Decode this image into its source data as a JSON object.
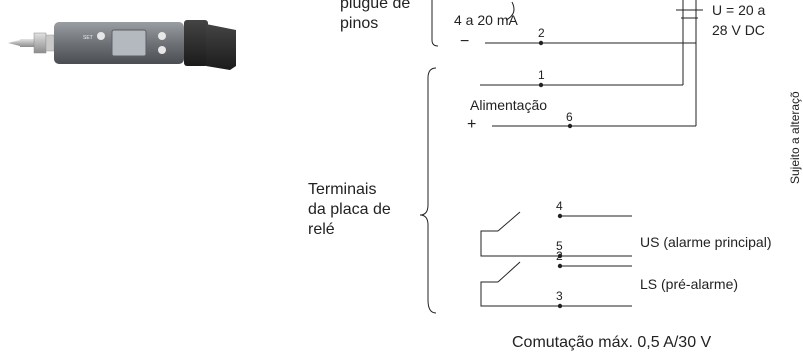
{
  "labels": {
    "plug_terminals": [
      "plugue de",
      "pinos"
    ],
    "current_output": "4 a 20 mA",
    "minus_sign": "−",
    "plus_sign": "+",
    "supply_voltage": [
      "U = 20 a",
      "28 V DC"
    ],
    "power_label": "Alimentação",
    "relay_terminals": [
      "Terminais",
      "da placa de",
      "relé"
    ],
    "us_alarm": "US (alarme principal)",
    "ls_alarm": "LS (pré-alarme)",
    "max_switching": "Comutação máx. 0,5 A/30 V",
    "side_note": "Sujeito a alteraçõ"
  },
  "pins": {
    "p2_top": "2",
    "p1": "1",
    "p6": "6",
    "p4": "4",
    "p5": "5",
    "p2_relay": "2",
    "p3": "3"
  },
  "device": {
    "button_label": "SET"
  }
}
